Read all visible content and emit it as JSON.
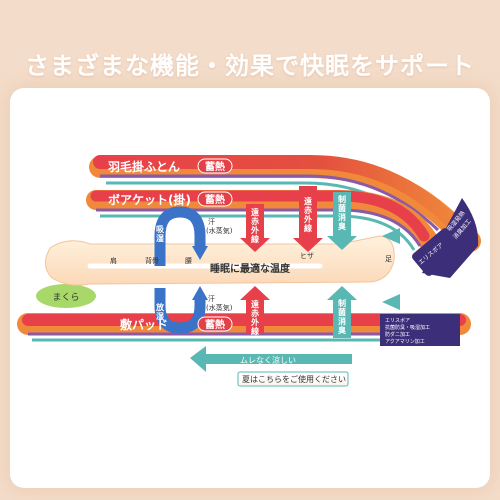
{
  "header": {
    "title": "さまざまな機能・効果で快眠をサポート"
  },
  "layers": {
    "duvet": "羽毛掛ふとん",
    "blanket": "ボアケット(掛)",
    "pad": "敷パッド"
  },
  "badges": {
    "heat": "蓄熱"
  },
  "arrows": {
    "far_infrared": [
      "遠",
      "赤",
      "外",
      "線"
    ],
    "deodorize": [
      "制",
      "菌",
      "消",
      "臭"
    ],
    "moisture": [
      "吸",
      "湿"
    ],
    "release": [
      "放",
      "湿"
    ]
  },
  "body": {
    "pillow": "まくら",
    "shoulder": "肩",
    "back": "背骨",
    "waist": "腰",
    "knee": "ヒザ",
    "foot": "足",
    "optimal": "睡眠に最適な温度"
  },
  "sweat": {
    "line1": "汗",
    "line2": "(水蒸気)"
  },
  "side_notes": {
    "blanket": "エリスボア",
    "duvet": [
      "吸湿発熱",
      "消臭加工"
    ],
    "pad": [
      "エリスボア",
      "抗菌防臭・吸湿加工",
      "防ダニ加工",
      "アクアマリン加工"
    ]
  },
  "bottom_note": {
    "line1": "ムレなく涼しい",
    "line2": "夏はこちらをご使用ください"
  },
  "colors": {
    "background": "#f3dcc9",
    "red": "#e8404a",
    "orange": "#f08a3a",
    "purple": "#8a5aa8",
    "teal": "#5ab8b4",
    "navy": "#3d2e7a",
    "body": "#fde4c8",
    "pillow": "#a8d86a"
  }
}
